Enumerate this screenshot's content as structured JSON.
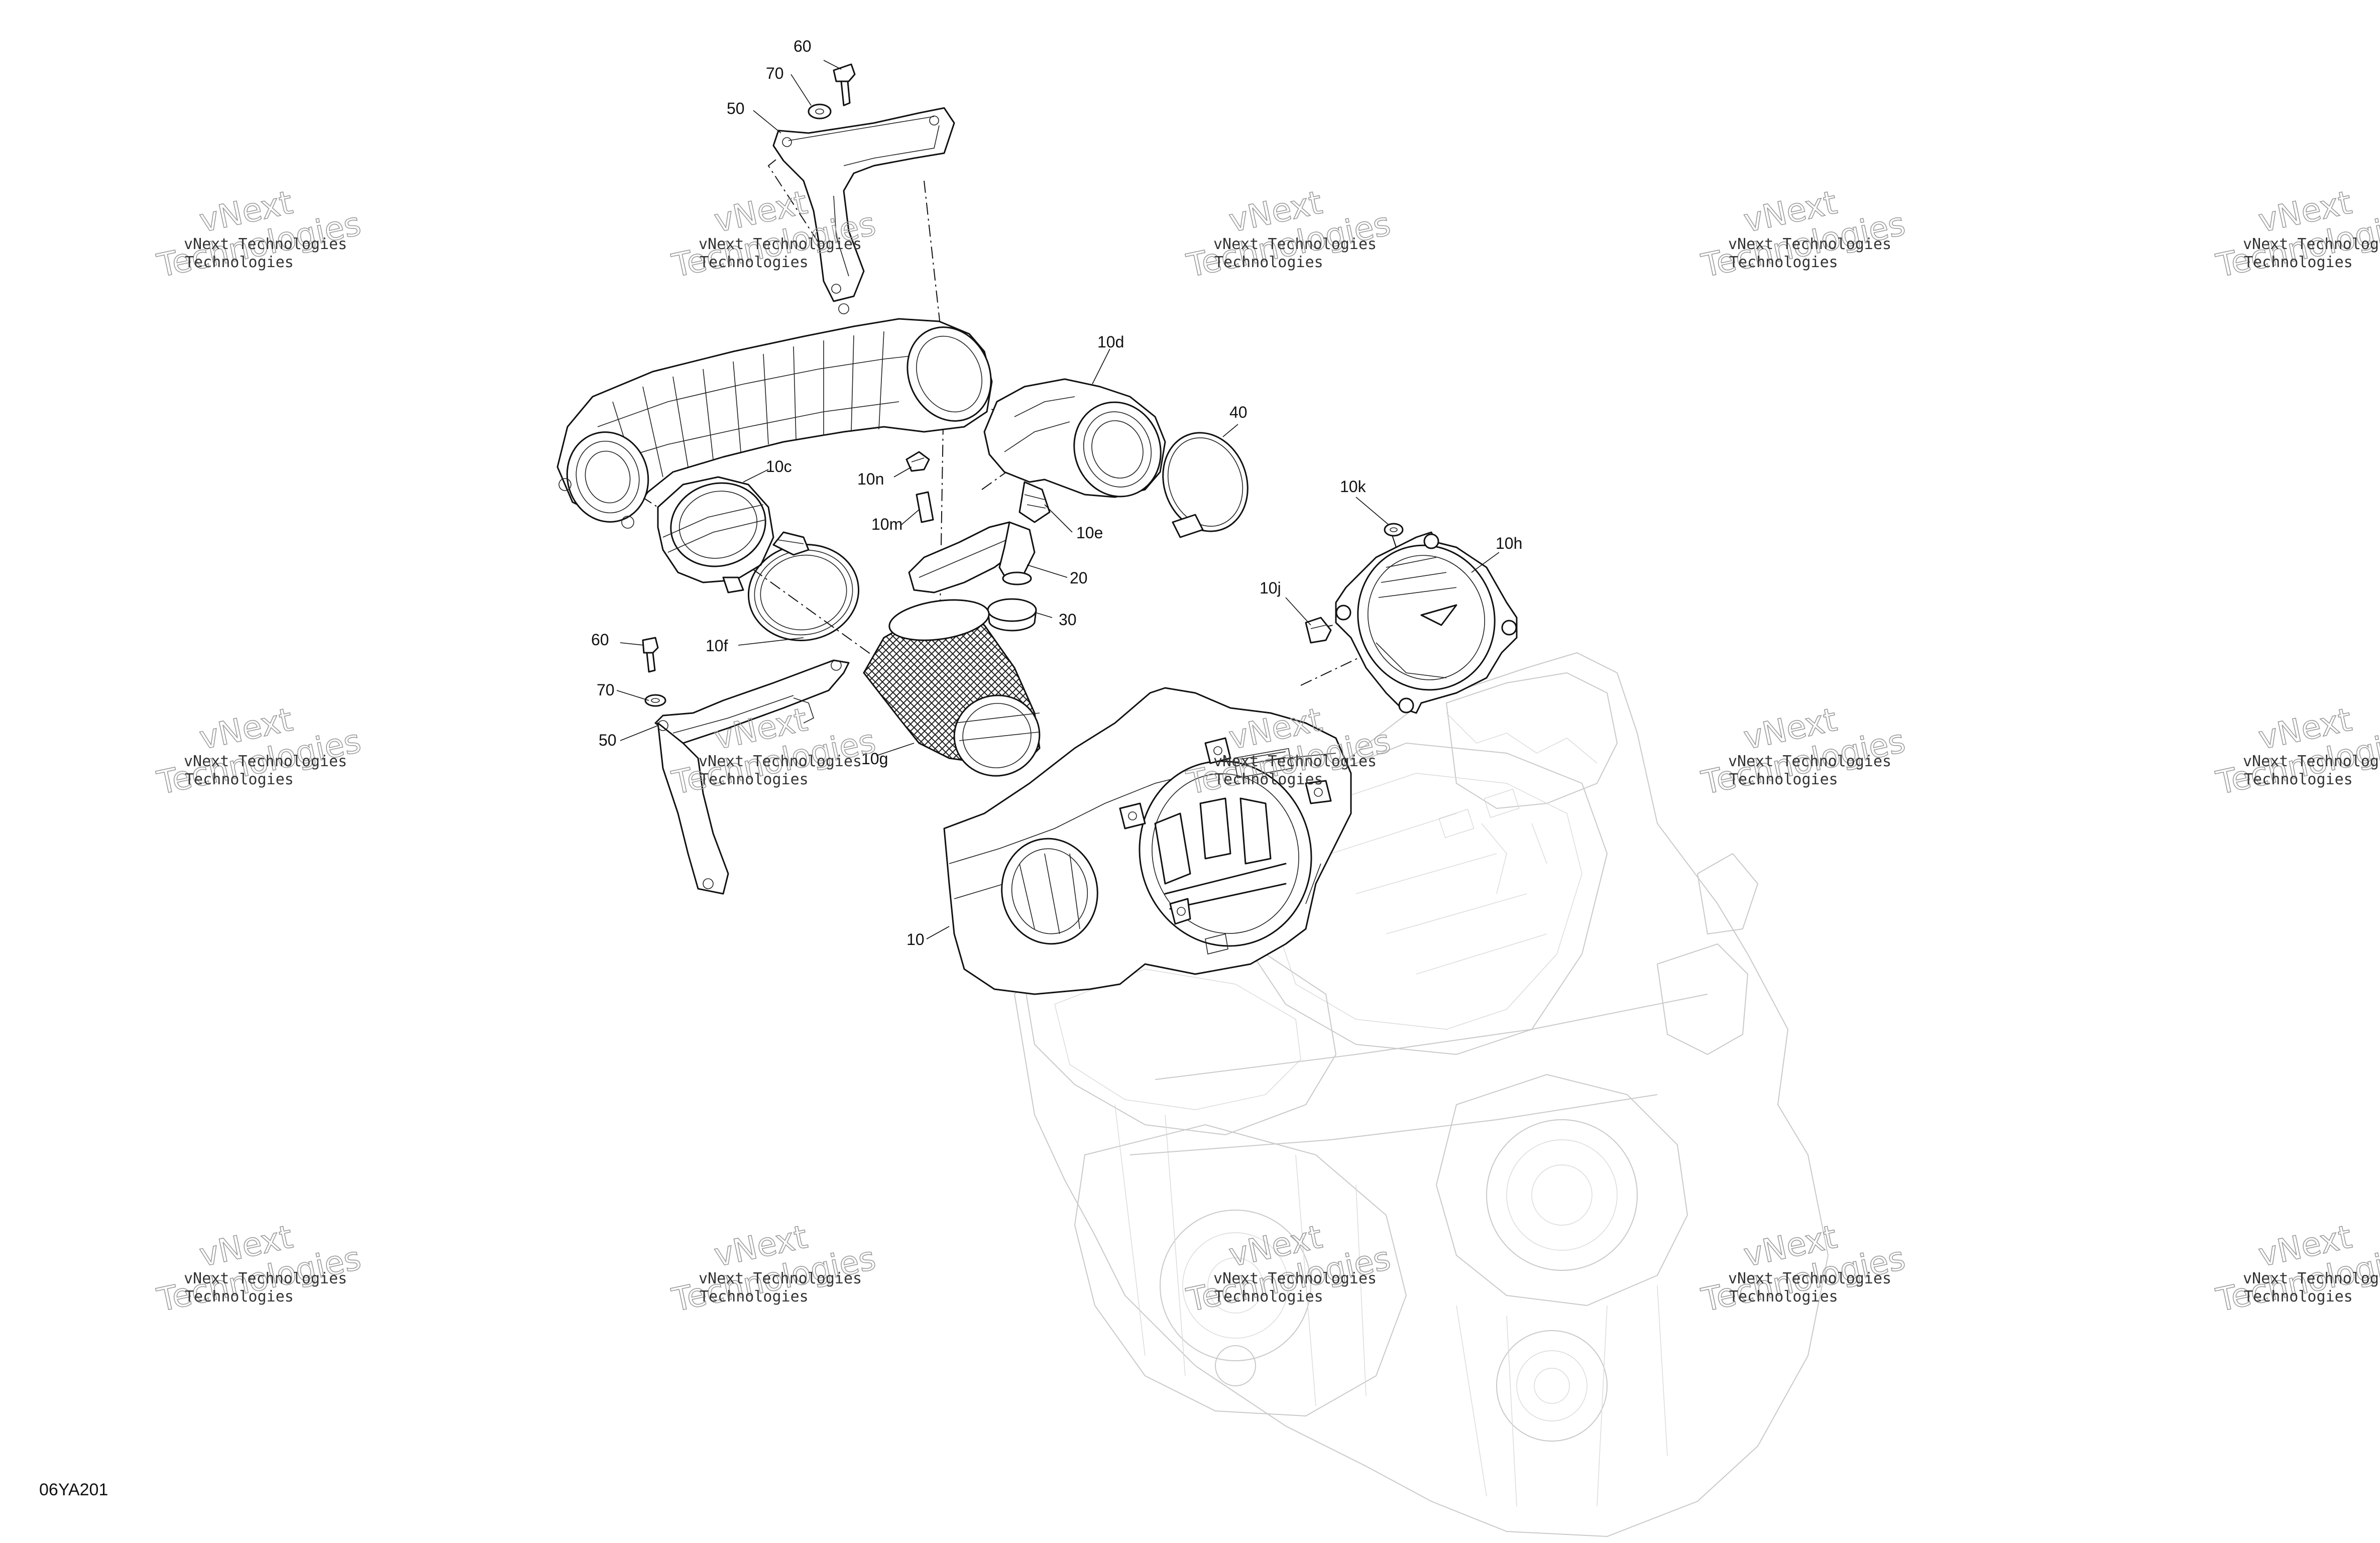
{
  "diagram_code": "06YA201",
  "watermark": {
    "line1": "vNext Technologies",
    "line2a": "vNext",
    "line2b": "Technologies"
  },
  "callouts": [
    {
      "id": "c60a",
      "text": "60"
    },
    {
      "id": "c70a",
      "text": "70"
    },
    {
      "id": "c50a",
      "text": "50"
    },
    {
      "id": "c10d",
      "text": "10d"
    },
    {
      "id": "c40",
      "text": "40"
    },
    {
      "id": "c10c",
      "text": "10c"
    },
    {
      "id": "c10n",
      "text": "10n"
    },
    {
      "id": "c10m",
      "text": "10m"
    },
    {
      "id": "c10e",
      "text": "10e"
    },
    {
      "id": "c20",
      "text": "20"
    },
    {
      "id": "c30",
      "text": "30"
    },
    {
      "id": "c10k",
      "text": "10k"
    },
    {
      "id": "c10h",
      "text": "10h"
    },
    {
      "id": "c10j",
      "text": "10j"
    },
    {
      "id": "c10f",
      "text": "10f"
    },
    {
      "id": "c60b",
      "text": "60"
    },
    {
      "id": "c70b",
      "text": "70"
    },
    {
      "id": "c50b",
      "text": "50"
    },
    {
      "id": "c10g",
      "text": "10g"
    },
    {
      "id": "c10",
      "text": "10"
    }
  ]
}
